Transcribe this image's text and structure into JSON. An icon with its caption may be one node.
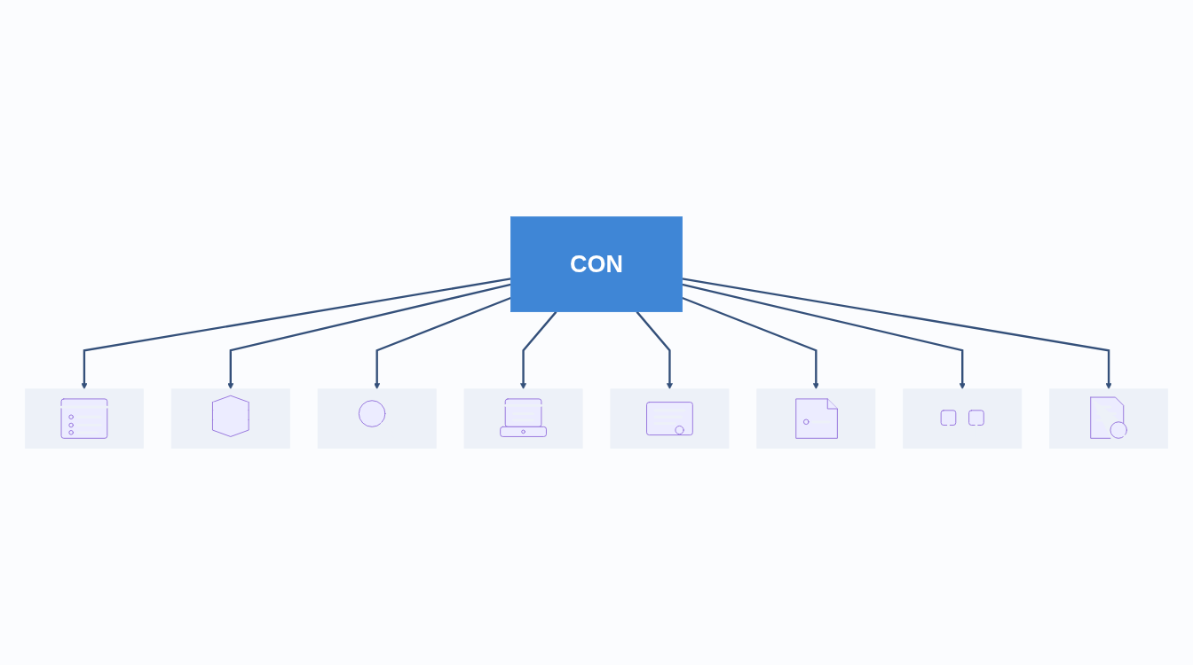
{
  "diagram": {
    "nodes": [
      {
        "text": [],
        "shape": "picture"
      },
      {
        "text": [],
        "shape": "picture"
      },
      {
        "text": [],
        "shape": "picture"
      },
      {
        "text": [],
        "shape": "picture"
      },
      {
        "text": [
          "CON"
        ]
      },
      {
        "text": [],
        "shape": "picture"
      },
      {
        "text": [],
        "shape": "picture"
      },
      {
        "text": [],
        "shape": "picture"
      },
      {
        "text": [],
        "shape": "picture"
      }
    ],
    "edges": [
      {
        "from": 4,
        "to": 0,
        "arrow": "to"
      },
      {
        "from": 4,
        "to": 1,
        "arrow": "to"
      },
      {
        "from": 4,
        "to": 2,
        "arrow": "to"
      },
      {
        "from": 4,
        "to": 3,
        "arrow": "to"
      },
      {
        "from": 4,
        "to": 5,
        "arrow": "to"
      },
      {
        "from": 4,
        "to": 6,
        "arrow": "to"
      },
      {
        "from": 4,
        "to": 7,
        "arrow": "to"
      },
      {
        "from": 4,
        "to": 8,
        "arrow": "to"
      }
    ]
  }
}
